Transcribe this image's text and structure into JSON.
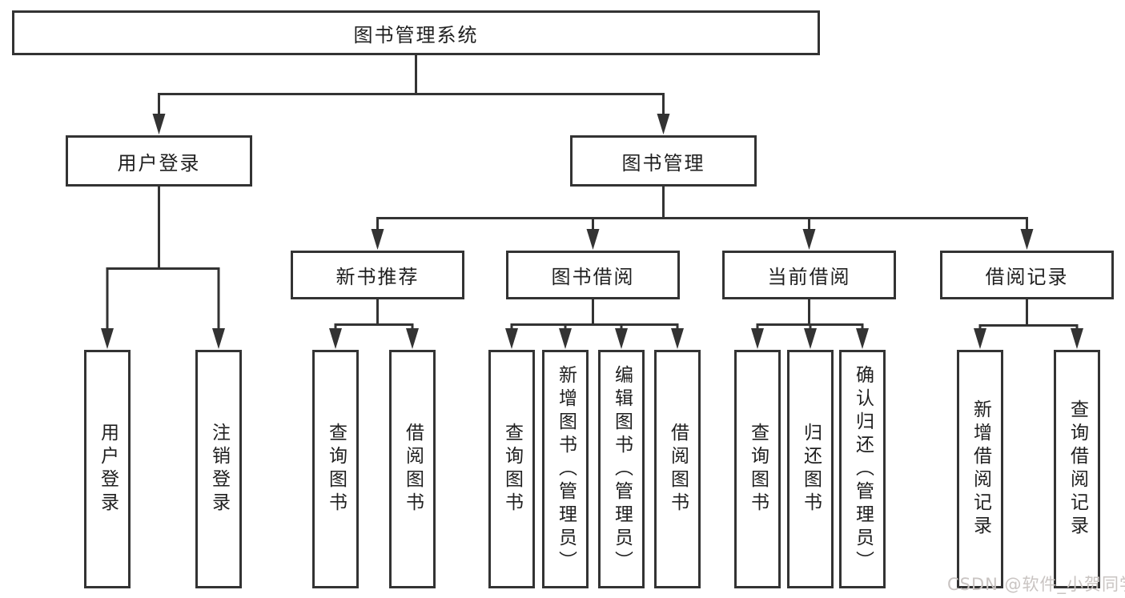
{
  "diagram": {
    "root": {
      "label": "图书管理系统"
    },
    "level2": [
      {
        "id": "user-login",
        "label": "用户登录"
      },
      {
        "id": "book-management",
        "label": "图书管理"
      }
    ],
    "level3": [
      {
        "id": "new-book-recommend",
        "label": "新书推荐"
      },
      {
        "id": "book-borrow",
        "label": "图书借阅"
      },
      {
        "id": "current-borrow",
        "label": "当前借阅"
      },
      {
        "id": "borrow-records",
        "label": "借阅记录"
      }
    ],
    "leaves": {
      "user_login": [
        {
          "label": "用户登录"
        },
        {
          "label": "注销登录"
        }
      ],
      "new_book_recommend": [
        {
          "label": "查询图书"
        },
        {
          "label": "借阅图书"
        }
      ],
      "book_borrow": [
        {
          "label": "查询图书"
        },
        {
          "label": "新增图书（管理员）"
        },
        {
          "label": "编辑图书（管理员）"
        },
        {
          "label": "借阅图书"
        }
      ],
      "current_borrow": [
        {
          "label": "查询图书"
        },
        {
          "label": "归还图书"
        },
        {
          "label": "确认归还（管理员）"
        }
      ],
      "borrow_records": [
        {
          "label": "新增借阅记录"
        },
        {
          "label": "查询借阅记录"
        }
      ]
    }
  },
  "watermark": "CSDN @软件_小贺同学",
  "colors": {
    "line": "#333333",
    "text": "#1f1f1f",
    "watermark": "#c9c4c2",
    "background": "#ffffff"
  }
}
